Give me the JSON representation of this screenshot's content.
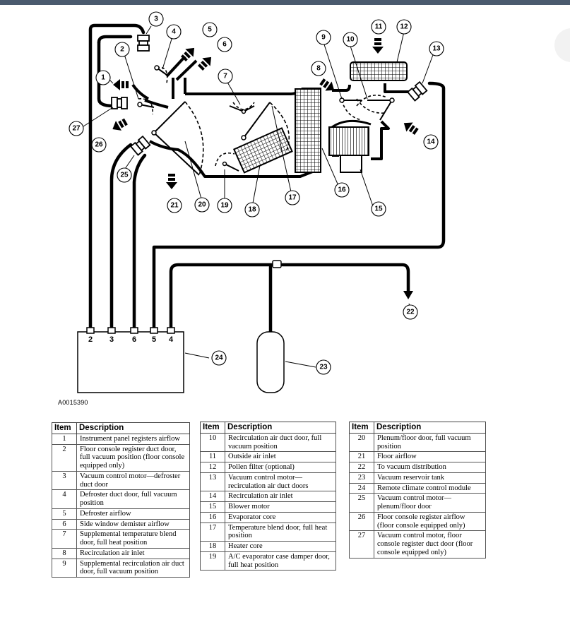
{
  "figure_id": "A0015390",
  "module_ports": [
    "2",
    "3",
    "6",
    "5",
    "4"
  ],
  "callouts": [
    "1",
    "2",
    "3",
    "4",
    "5",
    "6",
    "7",
    "8",
    "9",
    "10",
    "11",
    "12",
    "13",
    "14",
    "15",
    "16",
    "17",
    "18",
    "19",
    "20",
    "21",
    "22",
    "23",
    "24",
    "25",
    "26",
    "27"
  ],
  "legend": {
    "header_item": "Item",
    "header_desc": "Description",
    "tables": [
      [
        {
          "item": "1",
          "desc": "Instrument panel registers airflow"
        },
        {
          "item": "2",
          "desc": "Floor console register duct door, full vacuum position (floor console equipped only)"
        },
        {
          "item": "3",
          "desc": "Vacuum control motor—defroster duct door"
        },
        {
          "item": "4",
          "desc": "Defroster duct door, full vacuum position"
        },
        {
          "item": "5",
          "desc": "Defroster airflow"
        },
        {
          "item": "6",
          "desc": "Side window demister airflow"
        },
        {
          "item": "7",
          "desc": "Supplemental temperature blend door, full heat position"
        },
        {
          "item": "8",
          "desc": "Recirculation air inlet"
        },
        {
          "item": "9",
          "desc": "Supplemental recirculation air duct door, full vacuum position"
        }
      ],
      [
        {
          "item": "10",
          "desc": "Recirculation air duct door, full vacuum position"
        },
        {
          "item": "11",
          "desc": "Outside air inlet"
        },
        {
          "item": "12",
          "desc": "Pollen filter (optional)"
        },
        {
          "item": "13",
          "desc": "Vacuum control motor—recirculation air duct doors"
        },
        {
          "item": "14",
          "desc": "Recirculation air inlet"
        },
        {
          "item": "15",
          "desc": "Blower motor"
        },
        {
          "item": "16",
          "desc": "Evaporator core"
        },
        {
          "item": "17",
          "desc": "Temperature blend door, full heat position"
        },
        {
          "item": "18",
          "desc": "Heater core"
        },
        {
          "item": "19",
          "desc": "A/C evaporator case damper door, full heat position"
        }
      ],
      [
        {
          "item": "20",
          "desc": "Plenum/floor door, full vacuum position"
        },
        {
          "item": "21",
          "desc": "Floor airflow"
        },
        {
          "item": "22",
          "desc": "To vacuum distribution"
        },
        {
          "item": "23",
          "desc": "Vacuum reservoir tank"
        },
        {
          "item": "24",
          "desc": "Remote climate control module"
        },
        {
          "item": "25",
          "desc": "Vacuum control motor—plenum/floor door"
        },
        {
          "item": "26",
          "desc": "Floor console register airflow (floor console equipped only)"
        },
        {
          "item": "27",
          "desc": "Vacuum control motor, floor console register duct door (floor console equipped only)"
        }
      ]
    ]
  }
}
